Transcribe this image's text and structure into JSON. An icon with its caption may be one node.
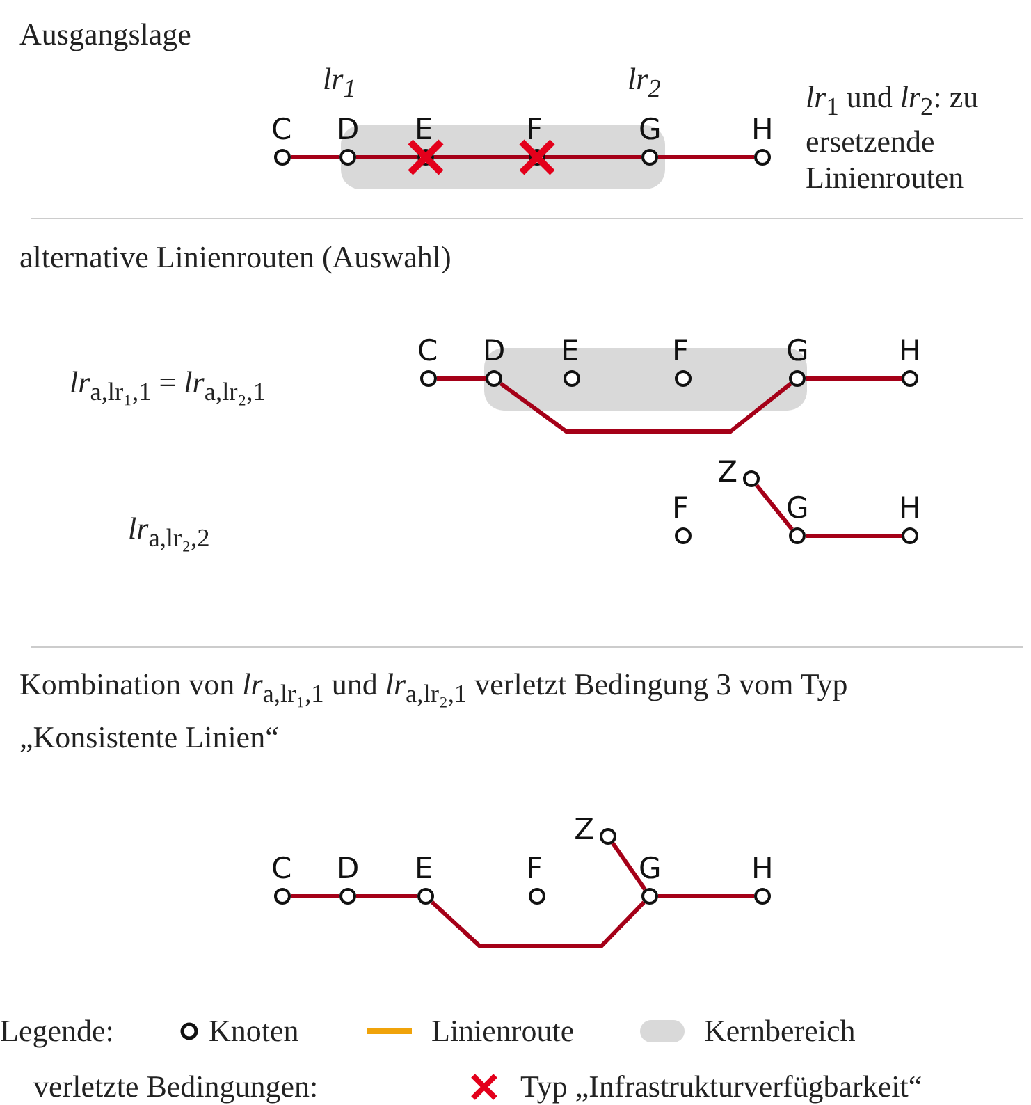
{
  "diagram": {
    "nodes": [
      {
        "text": [
          "C"
        ]
      },
      {
        "text": [
          "D"
        ]
      },
      {
        "text": [
          "E"
        ]
      },
      {
        "text": [
          "F"
        ]
      },
      {
        "text": [
          "G"
        ]
      },
      {
        "text": [
          "H"
        ]
      },
      {
        "text": [
          "C"
        ]
      },
      {
        "text": [
          "D"
        ]
      },
      {
        "text": [
          "E"
        ]
      },
      {
        "text": [
          "F"
        ]
      },
      {
        "text": [
          "G"
        ]
      },
      {
        "text": [
          "H"
        ]
      },
      {
        "text": [
          "F"
        ]
      },
      {
        "text": [
          "Z"
        ]
      },
      {
        "text": [
          "G"
        ]
      },
      {
        "text": [
          "H"
        ]
      },
      {
        "text": [
          "C"
        ]
      },
      {
        "text": [
          "D"
        ]
      },
      {
        "text": [
          "E"
        ]
      },
      {
        "text": [
          "F"
        ]
      },
      {
        "text": [
          "Z"
        ]
      },
      {
        "text": [
          "G"
        ]
      },
      {
        "text": [
          "H"
        ]
      }
    ],
    "edges": [
      {
        "from": 0,
        "to": 1,
        "arrow": "none"
      },
      {
        "from": 1,
        "to": 2,
        "arrow": "none"
      },
      {
        "from": 2,
        "to": 3,
        "arrow": "none"
      },
      {
        "from": 3,
        "to": 4,
        "arrow": "none"
      },
      {
        "from": 4,
        "to": 5,
        "arrow": "none"
      },
      {
        "from": 6,
        "to": 7,
        "arrow": "none"
      },
      {
        "from": 7,
        "to": 10,
        "arrow": "none"
      },
      {
        "from": 10,
        "to": 11,
        "arrow": "none"
      },
      {
        "from": 13,
        "to": 14,
        "arrow": "none"
      },
      {
        "from": 14,
        "to": 15,
        "arrow": "none"
      },
      {
        "from": 16,
        "to": 17,
        "arrow": "none"
      },
      {
        "from": 17,
        "to": 18,
        "arrow": "none"
      },
      {
        "from": 18,
        "to": 21,
        "arrow": "none"
      },
      {
        "from": 20,
        "to": 21,
        "arrow": "none"
      },
      {
        "from": 21,
        "to": 22,
        "arrow": "none"
      }
    ],
    "labels": [
      "Ausgangslage",
      "lr$_{1}$",
      "lr$_{2}$",
      "*lr*$_{1}$ und *lr*$_{2}$: zu ersetzende Linienrouten",
      "alternative Linienrouten (Auswahl)",
      "*lr*$_{a,lr₁,1}$ = *lr*$_{a,lr₂,1}$",
      "*lr*$_{a,lr₂,2}$",
      "Kombination von *lr*$_{a,lr₁,1}$ und *lr*$_{a,lr₂,1}$ verletzt Bedingung 3 vom Typ „Konsistente Linien“",
      "Legende:",
      "verletzte Bedingungen:"
    ],
    "legend": [
      {
        "text": "Knoten"
      },
      {
        "text": "Linienroute",
        "color": "#f0a30a"
      },
      {
        "text": "Kernbereich",
        "color": "#d9d9d9"
      },
      {
        "text": "Typ „Infrastrukturverfügbarkeit“"
      }
    ]
  }
}
